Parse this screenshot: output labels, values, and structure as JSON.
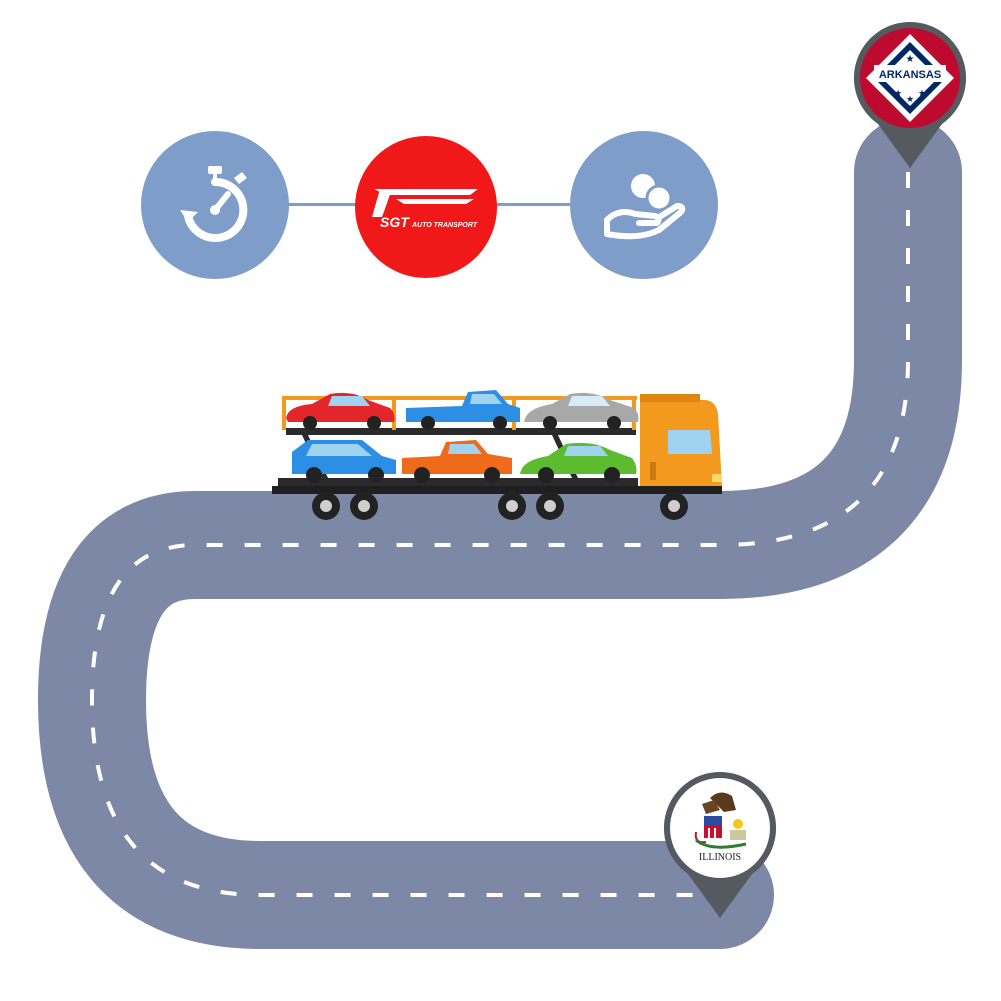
{
  "logo": {
    "brand": "SGT",
    "tagline": "AUTO TRANSPORT"
  },
  "pins": {
    "origin": {
      "label": "ARKANSAS"
    },
    "destination": {
      "label": "ILLINOIS"
    }
  },
  "icons": {
    "left": "stopwatch-icon",
    "right": "hand-coin-icon"
  },
  "colors": {
    "road": "#7d87a6",
    "road_edge": "#ffffff",
    "icon_circle": "#7f9dc9",
    "logo_circle": "#f01818",
    "truck_cab": "#f39a1e",
    "pin_body": "#555a60"
  }
}
